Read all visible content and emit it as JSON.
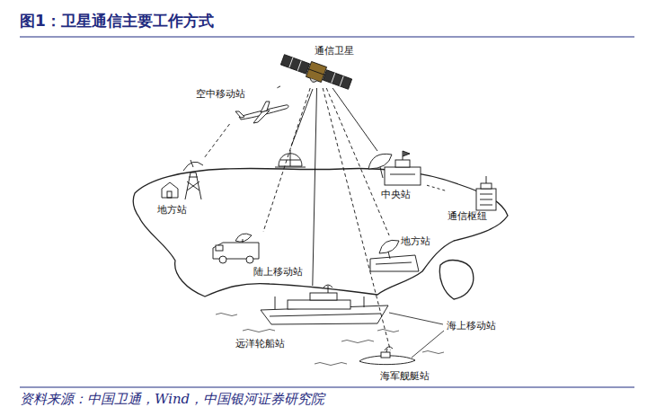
{
  "diagram": {
    "title": "图1：卫星通信主要工作方式",
    "caption": "资料来源：中国卫通，Wind，中国银河证券研究院",
    "nodes": [
      {
        "text": [
          "通信卫星"
        ]
      },
      {
        "text": [
          "空中移动站"
        ]
      },
      {
        "text": [
          "地方站"
        ]
      },
      {
        "text": [
          "中央站"
        ]
      },
      {
        "text": [
          "通信枢纽"
        ]
      },
      {
        "text": [
          "陆上移动站"
        ]
      },
      {
        "text": [
          "地方站"
        ]
      },
      {
        "text": [
          "远洋轮船站"
        ]
      },
      {
        "text": [
          "海军舰艇站"
        ]
      }
    ],
    "edges": [
      {
        "from": 0,
        "to": 1,
        "arrow": "none"
      },
      {
        "from": 1,
        "to": 2,
        "arrow": "none"
      },
      {
        "from": 0,
        "to": 3,
        "arrow": "none"
      },
      {
        "from": 3,
        "to": 4,
        "arrow": "none"
      },
      {
        "from": 0,
        "to": 5,
        "arrow": "none"
      },
      {
        "from": 0,
        "to": 6,
        "arrow": "none"
      },
      {
        "from": 0,
        "to": 7,
        "arrow": "none"
      },
      {
        "from": 0,
        "to": 8,
        "arrow": "none"
      }
    ],
    "labels": [
      "海上移动站"
    ]
  }
}
